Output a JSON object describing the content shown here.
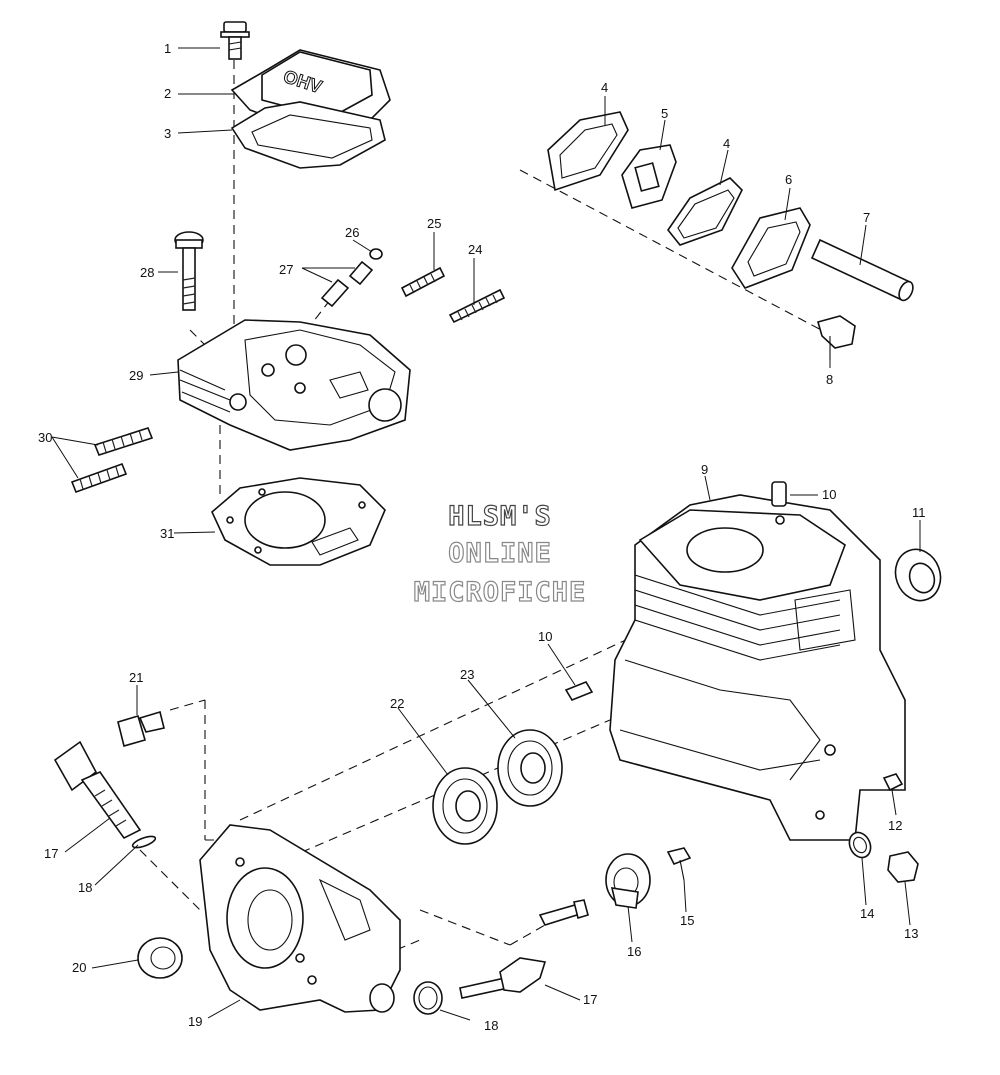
{
  "watermark": {
    "line1": "HLSM'S",
    "line2": "ONLINE",
    "line3": "MICROFICHE"
  },
  "cover_text": "OHV",
  "callouts": {
    "c1": "1",
    "c2": "2",
    "c3": "3",
    "c4a": "4",
    "c4b": "4",
    "c5": "5",
    "c6": "6",
    "c7": "7",
    "c8": "8",
    "c9": "9",
    "c10a": "10",
    "c10b": "10",
    "c11": "11",
    "c12": "12",
    "c13": "13",
    "c14": "14",
    "c15": "15",
    "c16": "16",
    "c17a": "17",
    "c17b": "17",
    "c18a": "18",
    "c18b": "18",
    "c19": "19",
    "c20": "20",
    "c21": "21",
    "c22": "22",
    "c23": "23",
    "c24": "24",
    "c25": "25",
    "c26": "26",
    "c27": "27",
    "c28": "28",
    "c29": "29",
    "c30": "30",
    "c31": "31"
  }
}
